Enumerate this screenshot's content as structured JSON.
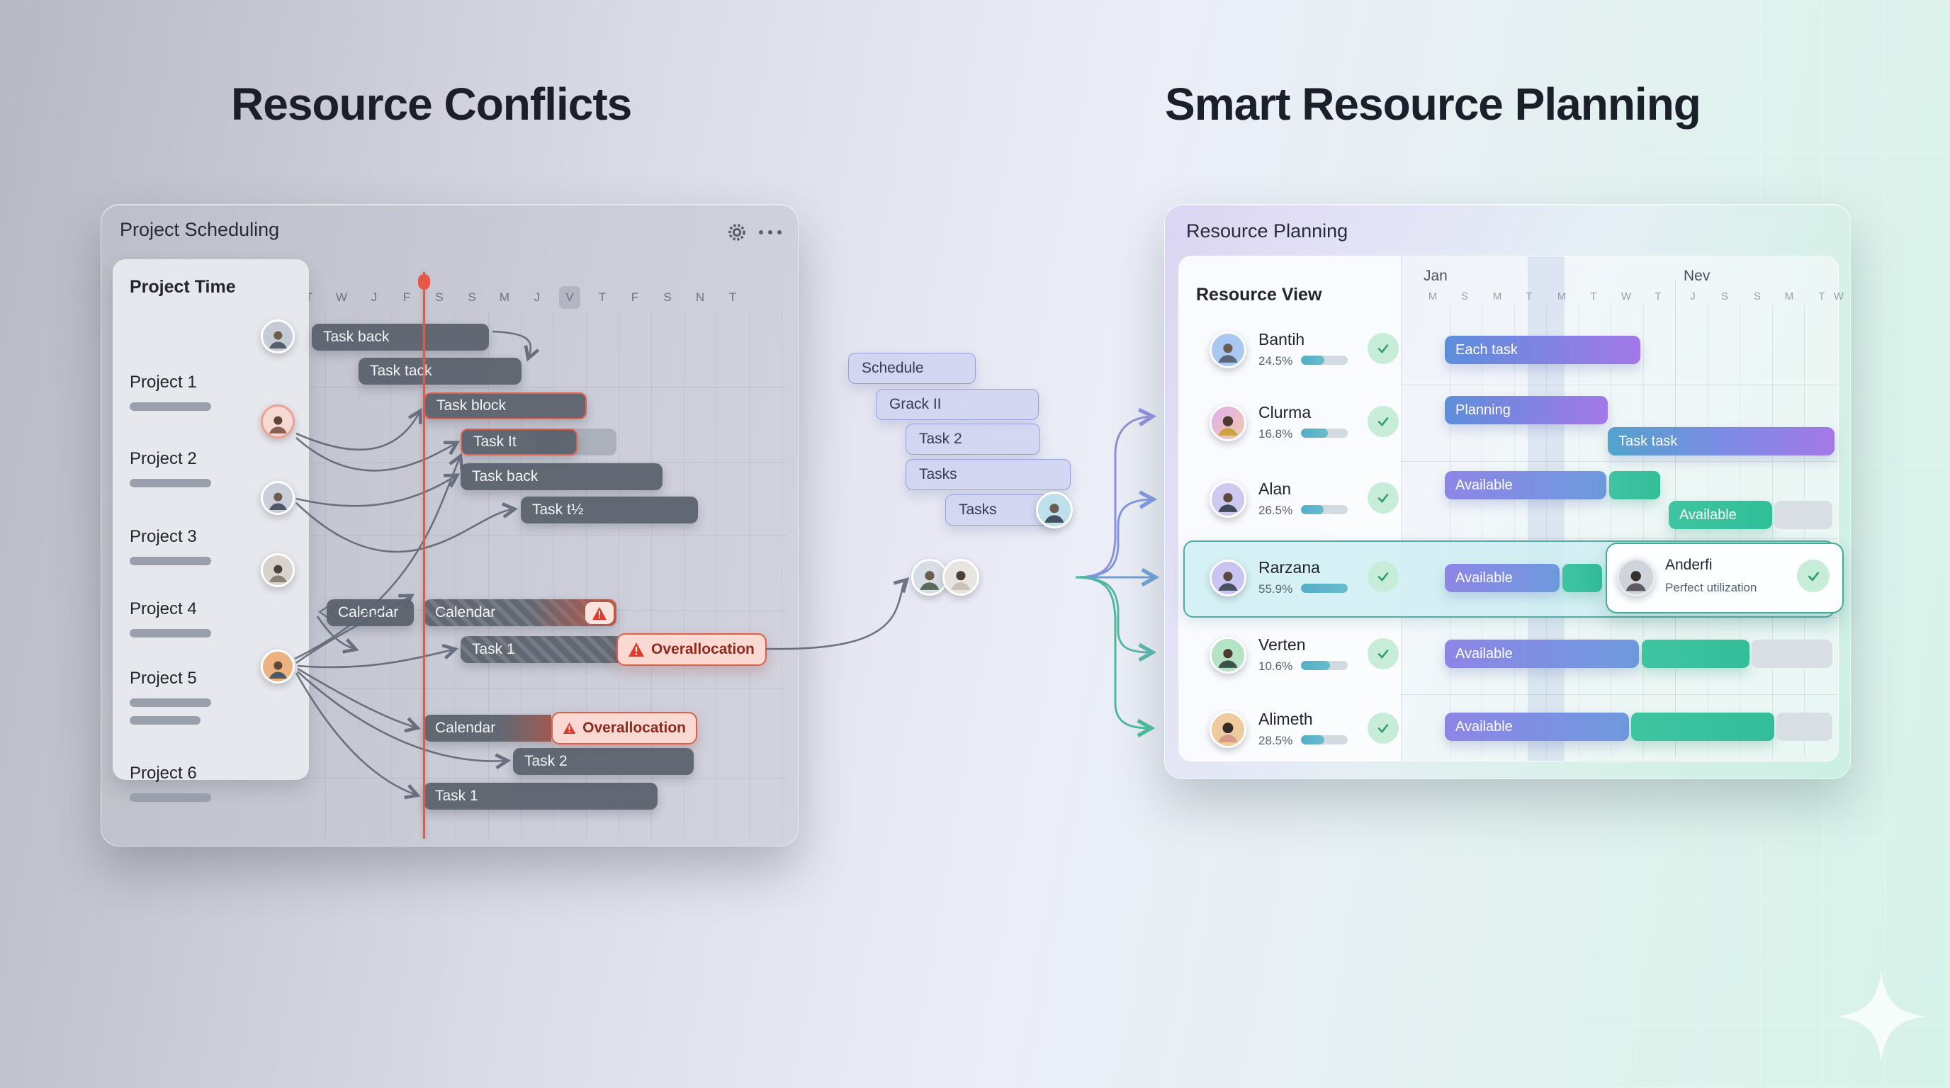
{
  "titles": {
    "left": "Resource Conflicts",
    "right": "Smart Resource Planning"
  },
  "colors": {
    "accent_red": "#e4584a",
    "bar_dark": "#59606b",
    "chip_lavender": "#ced2f0",
    "gradient_blue": "#5d8edb",
    "gradient_purple": "#a378e8",
    "green": "#3fc4a0",
    "teal_check": "#2f9e68",
    "highlight_teal": "#54aaa2"
  },
  "scheduling": {
    "title": "Project Scheduling",
    "column_header": "Project Time",
    "days": [
      "T",
      "W",
      "J",
      "F",
      "S",
      "S",
      "M",
      "J",
      "V",
      "T",
      "F",
      "S",
      "N",
      "T"
    ],
    "highlighted_day_index": 8,
    "projects": [
      {
        "name": "Project 1"
      },
      {
        "name": "Project 2"
      },
      {
        "name": "Project 3"
      },
      {
        "name": "Project 4"
      },
      {
        "name": "Project 5"
      },
      {
        "name": "Project 6"
      }
    ],
    "bars": {
      "task_back_1": "Task back",
      "task_tack": "Task tack",
      "task_block": "Task block",
      "task_it": "Task It",
      "task_back_2": "Task back",
      "task_tb": "Task t½",
      "calendar_1": "Calendar",
      "calendar_2": "Calendar",
      "task_1a": "Task 1",
      "overallocation_1": "Overallocation",
      "calendar_3": "Calendar",
      "overallocation_2": "Overallocation",
      "task_2": "Task 2",
      "task_1b": "Task 1"
    }
  },
  "flow": {
    "chips": [
      {
        "label": "Schedule"
      },
      {
        "label": "Grack II"
      },
      {
        "label": "Task 2"
      },
      {
        "label": "Tasks"
      },
      {
        "label": "Tasks"
      }
    ]
  },
  "planning": {
    "title": "Resource Planning",
    "column_header": "Resource View",
    "months": [
      {
        "label": "Jan"
      },
      {
        "label": "Nev"
      }
    ],
    "days_jan": [
      "M",
      "S",
      "M",
      "T",
      "M",
      "T",
      "W",
      "T"
    ],
    "days_nev": [
      "J",
      "S",
      "S",
      "M",
      "T",
      "W"
    ],
    "rows": [
      {
        "name": "Bantih",
        "percent": "24.5%",
        "bar1": "Each task"
      },
      {
        "name": "Clurma",
        "percent": "16.8%",
        "bar1": "Planning",
        "bar2": "Task task"
      },
      {
        "name": "Alan",
        "percent": "26.5%",
        "bar1": "Available",
        "bar2": "Available"
      },
      {
        "name": "Rarzana",
        "percent": "55.9%",
        "bar1": "Available",
        "card": {
          "name": "Anderfi",
          "subtitle": "Perfect utilization"
        }
      },
      {
        "name": "Verten",
        "percent": "10.6%",
        "bar1": "Available"
      },
      {
        "name": "Alimeth",
        "percent": "28.5%",
        "bar1": "Available"
      }
    ]
  }
}
